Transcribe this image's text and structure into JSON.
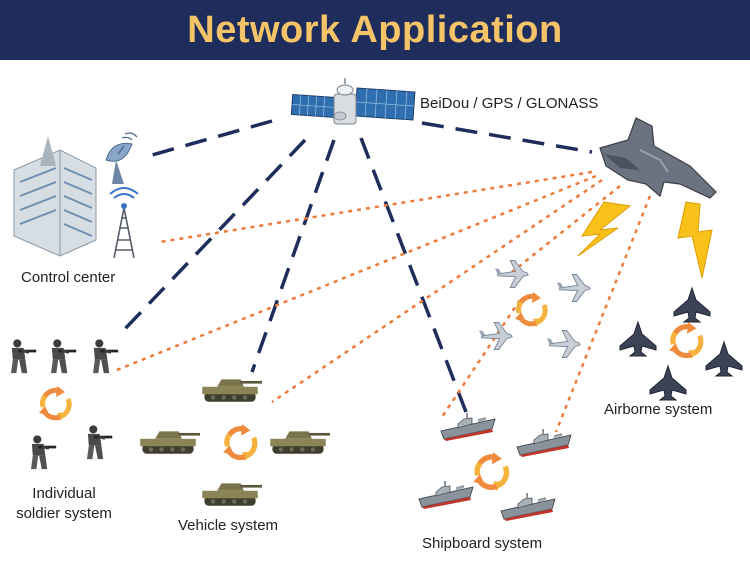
{
  "title": "Network Application",
  "labels": {
    "satellite": "BeiDou / GPS / GLONASS",
    "control_center": "Control center",
    "soldier_line1": "Individual",
    "soldier_line2": "soldier system",
    "vehicle": "Vehicle system",
    "shipboard": "Shipboard system",
    "airborne": "Airborne system"
  },
  "colors": {
    "header_bg": "#1e2d5c",
    "title_text": "#f5c469",
    "satellite_link": "#1e2d5c",
    "aircraft_link": "#ee7b3a",
    "cycle_arrows": "#f08a3c",
    "lightning": "#f8c21a"
  }
}
